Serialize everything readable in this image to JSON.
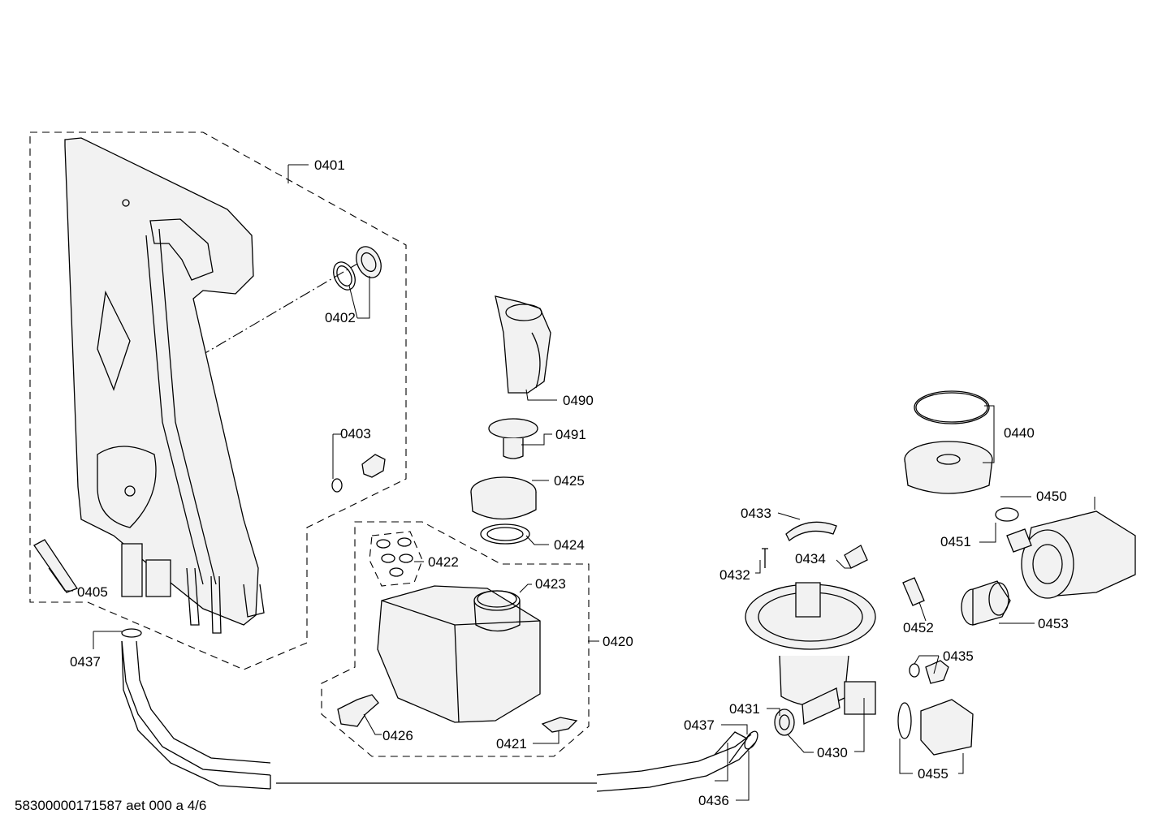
{
  "labels": {
    "p0401": "0401",
    "p0402": "0402",
    "p0403": "0403",
    "p0405": "0405",
    "p0437a": "0437",
    "p0490": "0490",
    "p0491": "0491",
    "p0425": "0425",
    "p0424": "0424",
    "p0422": "0422",
    "p0423": "0423",
    "p0420": "0420",
    "p0426": "0426",
    "p0421": "0421",
    "p0433": "0433",
    "p0432": "0432",
    "p0434": "0434",
    "p0431": "0431",
    "p0437b": "0437",
    "p0430": "0430",
    "p0436": "0436",
    "p0440": "0440",
    "p0450": "0450",
    "p0451": "0451",
    "p0452": "0452",
    "p0453": "0453",
    "p0435": "0435",
    "p0455": "0455"
  },
  "footer": {
    "drawing_id": "58300000171587 aet 000 a 4/6"
  }
}
